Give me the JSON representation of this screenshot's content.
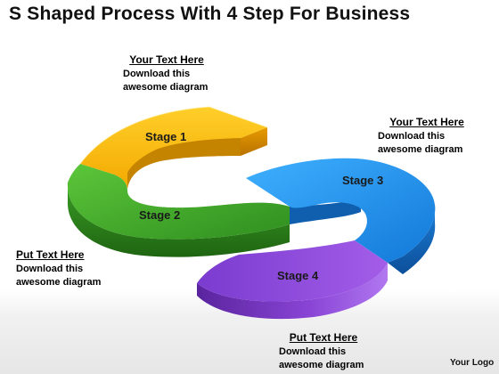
{
  "title": "S Shaped Process With 4 Step For Business",
  "notes": {
    "top": {
      "heading": "Your Text Here",
      "line1": "Download  this",
      "line2": "awesome diagram"
    },
    "right": {
      "heading": "Your Text Here",
      "line1": "Download  this",
      "line2": "awesome diagram"
    },
    "left": {
      "heading": "Put Text Here",
      "line1": "Download  this",
      "line2": "awesome diagram"
    },
    "bottom": {
      "heading": "Put Text Here",
      "line1": "Download  this",
      "line2": "awesome diagram"
    }
  },
  "stages": [
    {
      "label": "Stage 1",
      "color": "#f5b90a"
    },
    {
      "label": "Stage 2",
      "color": "#3fa428"
    },
    {
      "label": "Stage 3",
      "color": "#1e90f0"
    },
    {
      "label": "Stage 4",
      "color": "#8b3fd6"
    }
  ],
  "logo": "Your Logo"
}
